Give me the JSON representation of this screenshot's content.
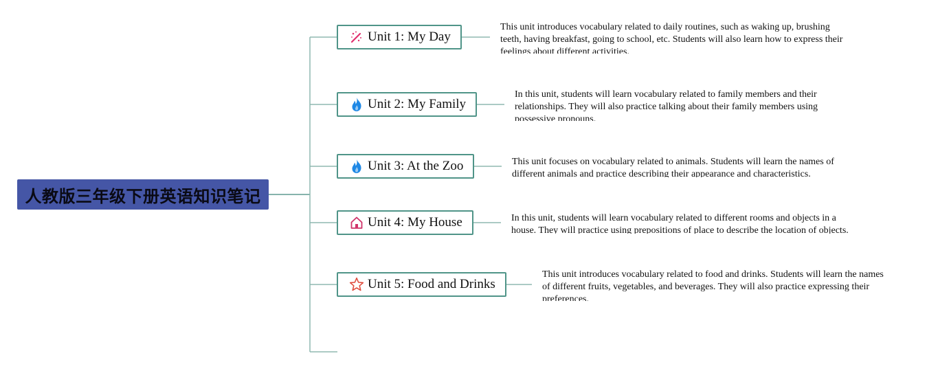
{
  "root": {
    "title": "人教版三年级下册英语知识笔记"
  },
  "units": [
    {
      "label": "Unit 1: My Day",
      "icon": "magic-wand-icon",
      "description": "This unit introduces vocabulary related to daily routines, such as waking up, brushing teeth, having breakfast, going to school, etc. Students will also learn how to express their feelings about different activities."
    },
    {
      "label": "Unit 2: My Family",
      "icon": "flame-icon",
      "description": "In this unit, students will learn vocabulary related to family members and their relationships. They will also practice talking about their family members using possessive pronouns."
    },
    {
      "label": "Unit 3: At the Zoo",
      "icon": "flame-icon",
      "description": "This unit focuses on vocabulary related to animals. Students will learn the names of different animals and practice describing their appearance and characteristics."
    },
    {
      "label": "Unit 4: My House",
      "icon": "house-icon",
      "description": "In this unit, students will learn vocabulary related to different rooms and objects in a house. They will practice using prepositions of place to describe the location of objects."
    },
    {
      "label": "Unit 5: Food and Drinks",
      "icon": "star-icon",
      "description": "This unit introduces vocabulary related to food and drinks. Students will learn the names of different fruits, vegetables, and beverages. They will also practice expressing their preferences."
    }
  ],
  "colors": {
    "root_background": "#4556a6",
    "connector": "#8fb8b0",
    "unit_border": "#4f9488",
    "magic_wand": "#e0306e",
    "flame": "#1e88e5",
    "house": "#d0336a",
    "star": "#e04a3c"
  }
}
